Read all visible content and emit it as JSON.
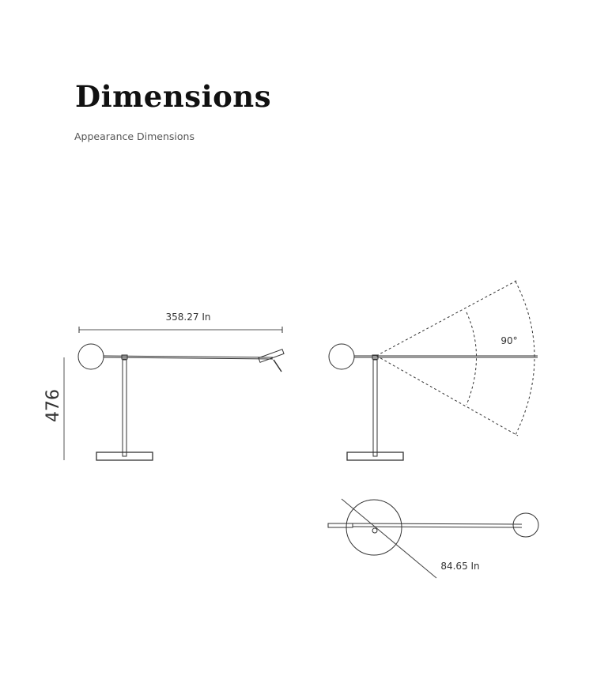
{
  "header": {
    "title": "Dimensions",
    "subtitle": "Appearance Dimensions"
  },
  "diagram": {
    "width_label": "358.27 In",
    "height_label": "476",
    "angle_label": "90°",
    "base_diameter_label": "84.65 In"
  }
}
